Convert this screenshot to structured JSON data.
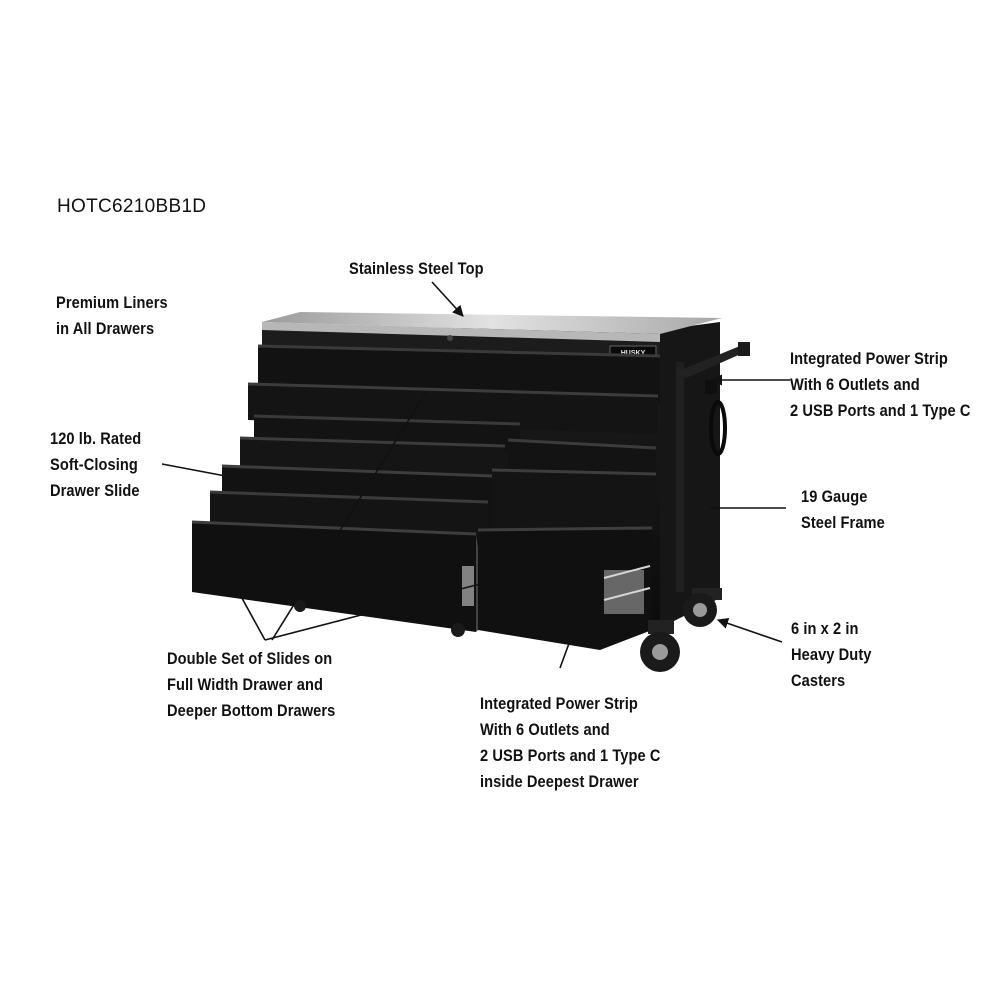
{
  "model": "HOTC6210BB1D",
  "product": {
    "brand_badge": "HUSKY",
    "body_color": "#141414",
    "top_color": "#c9c9c9"
  },
  "callouts": {
    "stainless_top": [
      "Stainless Steel Top"
    ],
    "premium_liners": [
      "Premium Liners",
      "in All Drawers"
    ],
    "drawer_slide": [
      "120 lb. Rated",
      "Soft-Closing",
      "Drawer Slide"
    ],
    "double_slides": [
      "Double Set of Slides on",
      "Full Width Drawer and",
      "Deeper Bottom Drawers"
    ],
    "power_strip_side": [
      "Integrated Power Strip",
      "With 6 Outlets and",
      "2 USB Ports and 1 Type C"
    ],
    "steel_frame": [
      "19 Gauge",
      "Steel Frame"
    ],
    "casters": [
      "6 in x 2 in",
      "Heavy Duty",
      "Casters"
    ],
    "power_strip_drawer": [
      "Integrated Power Strip",
      "With 6 Outlets and",
      "2 USB Ports and 1 Type C",
      "inside Deepest Drawer"
    ]
  }
}
